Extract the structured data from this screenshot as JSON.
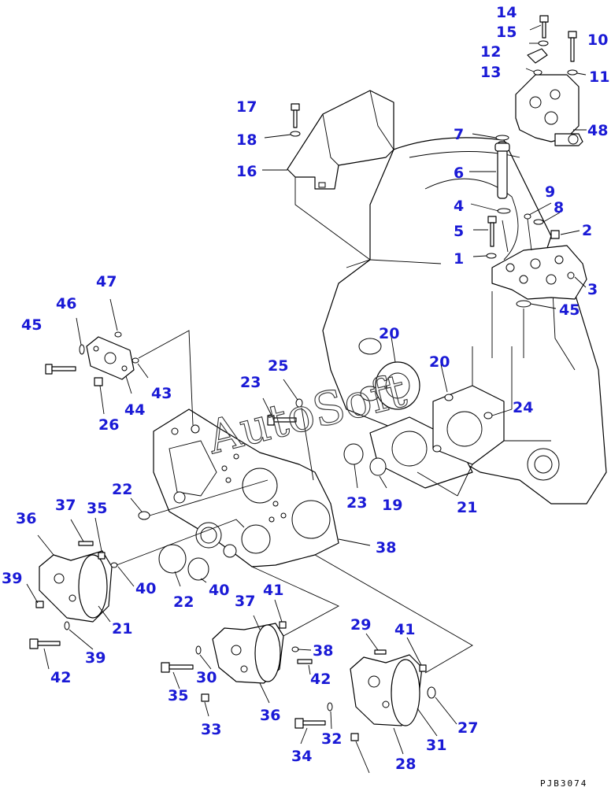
{
  "diagram": {
    "watermark": "AutoSoft",
    "drawing_code": "PJB3074",
    "callouts": [
      "14",
      "15",
      "10",
      "12",
      "13",
      "11",
      "48",
      "17",
      "18",
      "16",
      "7",
      "6",
      "9",
      "8",
      "2",
      "4",
      "5",
      "1",
      "3",
      "45",
      "47",
      "46",
      "45",
      "43",
      "44",
      "26",
      "25",
      "23",
      "20",
      "20",
      "24",
      "21",
      "22",
      "23",
      "19",
      "38",
      "37",
      "35",
      "36",
      "39",
      "40",
      "21",
      "22",
      "40",
      "37",
      "41",
      "42",
      "39",
      "38",
      "42",
      "30",
      "29",
      "41",
      "35",
      "36",
      "33",
      "34",
      "32",
      "31",
      "27",
      "28"
    ]
  }
}
